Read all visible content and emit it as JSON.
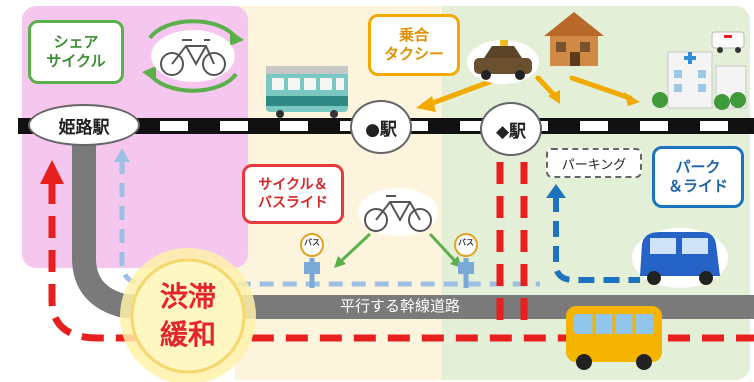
{
  "stations": {
    "himeji": "姫路駅",
    "circle": "●駅",
    "diamond": "◆駅"
  },
  "labels": {
    "share_cycle": "シェア\nサイクル",
    "shared_taxi": "乗合\nタクシー",
    "cycle_bus_ride": "サイクル＆\nバスライド",
    "parking": "パーキング",
    "park_ride": "パーク\n＆ライド",
    "congestion_relief": "渋滞\n緩和",
    "arterial_road": "平行する幹線道路",
    "bus_stop": "バス"
  },
  "colors": {
    "pink_zone": "#f5c6ee",
    "cream_zone": "#fdf4dd",
    "green_zone": "#e3efd6",
    "share_cycle_green": "#5bb04b",
    "taxi_orange": "#f2a900",
    "cycle_bus_red": "#e63a3a",
    "park_ride_blue": "#1e73be",
    "route_red": "#e81f1f",
    "road_gray": "#7a7a7a",
    "relief_text": "#e3262b"
  }
}
